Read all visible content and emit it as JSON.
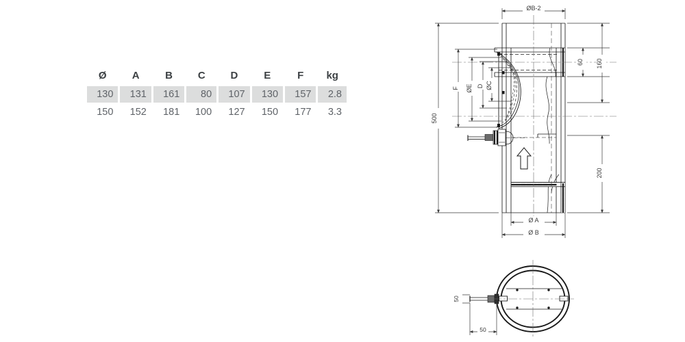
{
  "spec_table": {
    "headers": [
      "Ø",
      "A",
      "B",
      "C",
      "D",
      "E",
      "F",
      "kg"
    ],
    "rows": [
      {
        "shaded": true,
        "cells": [
          "130",
          "131",
          "161",
          "80",
          "107",
          "130",
          "157",
          "2.8"
        ]
      },
      {
        "shaded": false,
        "cells": [
          "150",
          "152",
          "181",
          "100",
          "127",
          "150",
          "177",
          "3.3"
        ]
      }
    ],
    "header_color": "#3c4043",
    "cell_color": "#5f6368",
    "shaded_row_bg": "#dcdddd"
  },
  "drawing": {
    "title": "chimney-tee-technical-drawing",
    "line_color": "#1a1a1a",
    "dim_color": "#3a3a3a",
    "main_view": {
      "dimensions": {
        "top_width": "ØB-2",
        "overall_height": "500",
        "branch_offset": "60",
        "branch_height": "160",
        "lower_band": "200",
        "inner_1": "F",
        "inner_2": "ØE",
        "inner_3": "D",
        "inner_4": "ØC",
        "bottom_inner": "Ø A",
        "bottom_outer": "Ø B"
      },
      "flow_arrow": "up-arrow"
    },
    "bottom_view": {
      "dimensions": {
        "vertical": "50",
        "horizontal": "50"
      },
      "bolt_hole_count": 4
    }
  }
}
